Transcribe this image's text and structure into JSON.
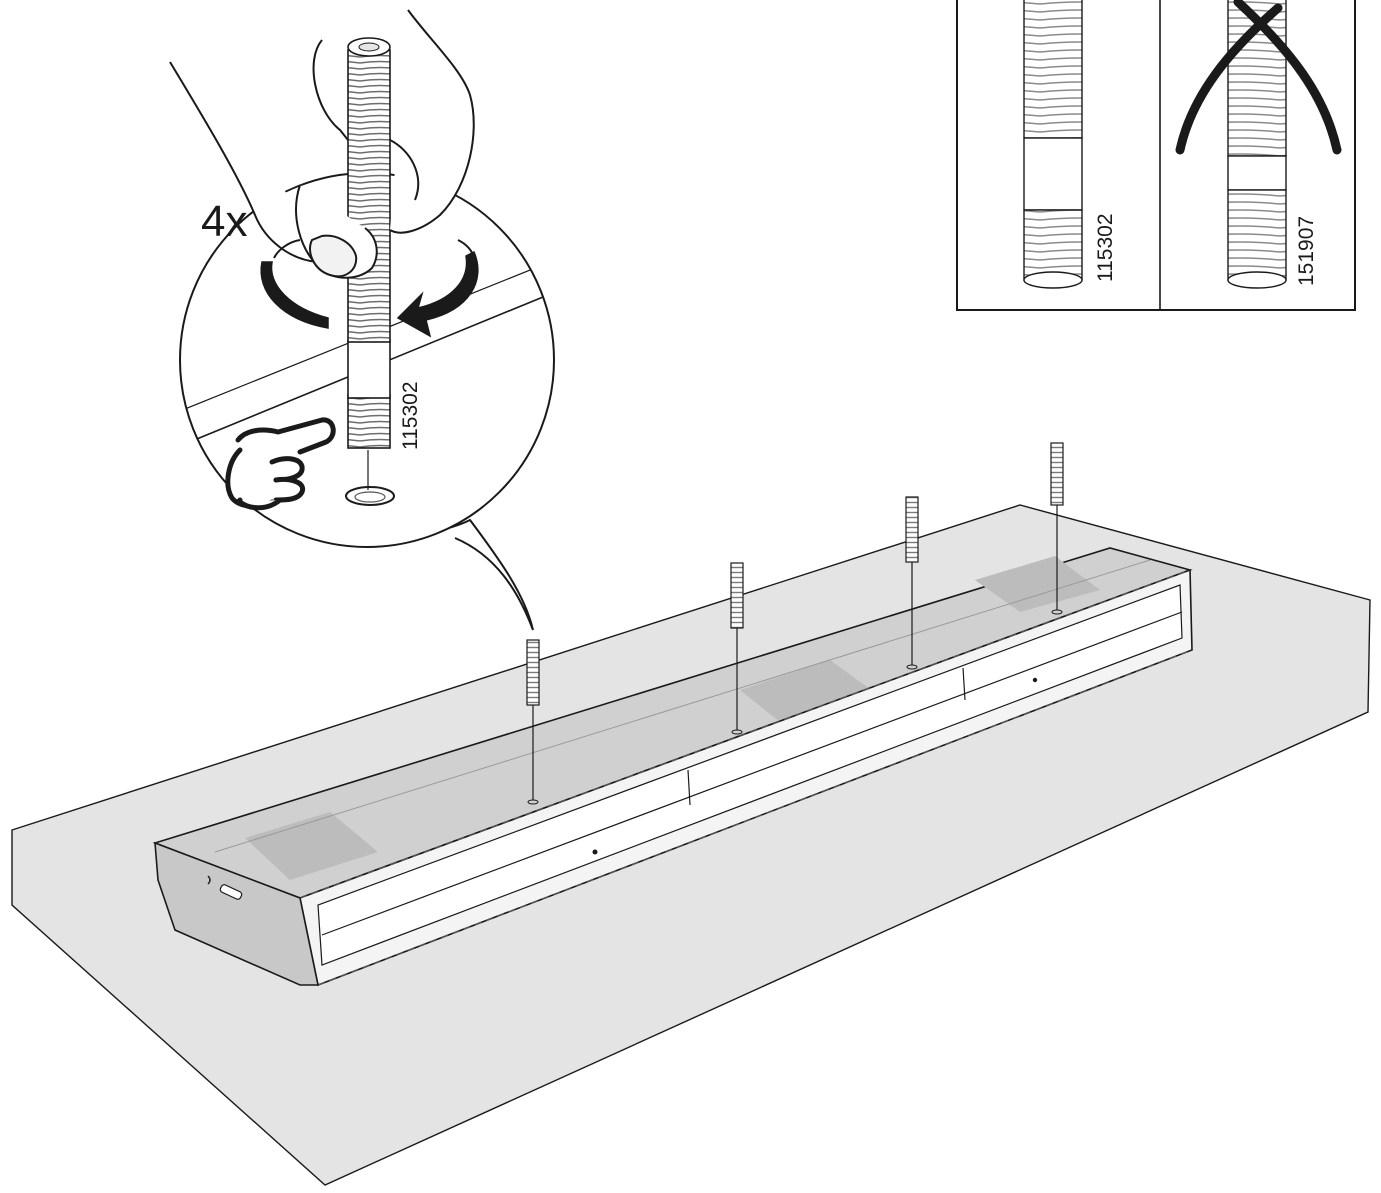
{
  "instruction": {
    "quantity_label": "4x",
    "part_number": "115302"
  },
  "comparison": {
    "correct_part_number": "115302",
    "wrong_part_number": "151907"
  },
  "colors": {
    "line": "#1a1a1a",
    "table_surface": "#e4e4e4",
    "board_top": "#d2d2d2",
    "board_shade": "#bdbdbd",
    "board_face": "#c8c8c8",
    "background": "#ffffff"
  },
  "icons": [
    "hand-gripping-rod-icon",
    "rotate-clockwise-arrows-icon",
    "pointing-hand-icon",
    "cross-out-icon"
  ]
}
